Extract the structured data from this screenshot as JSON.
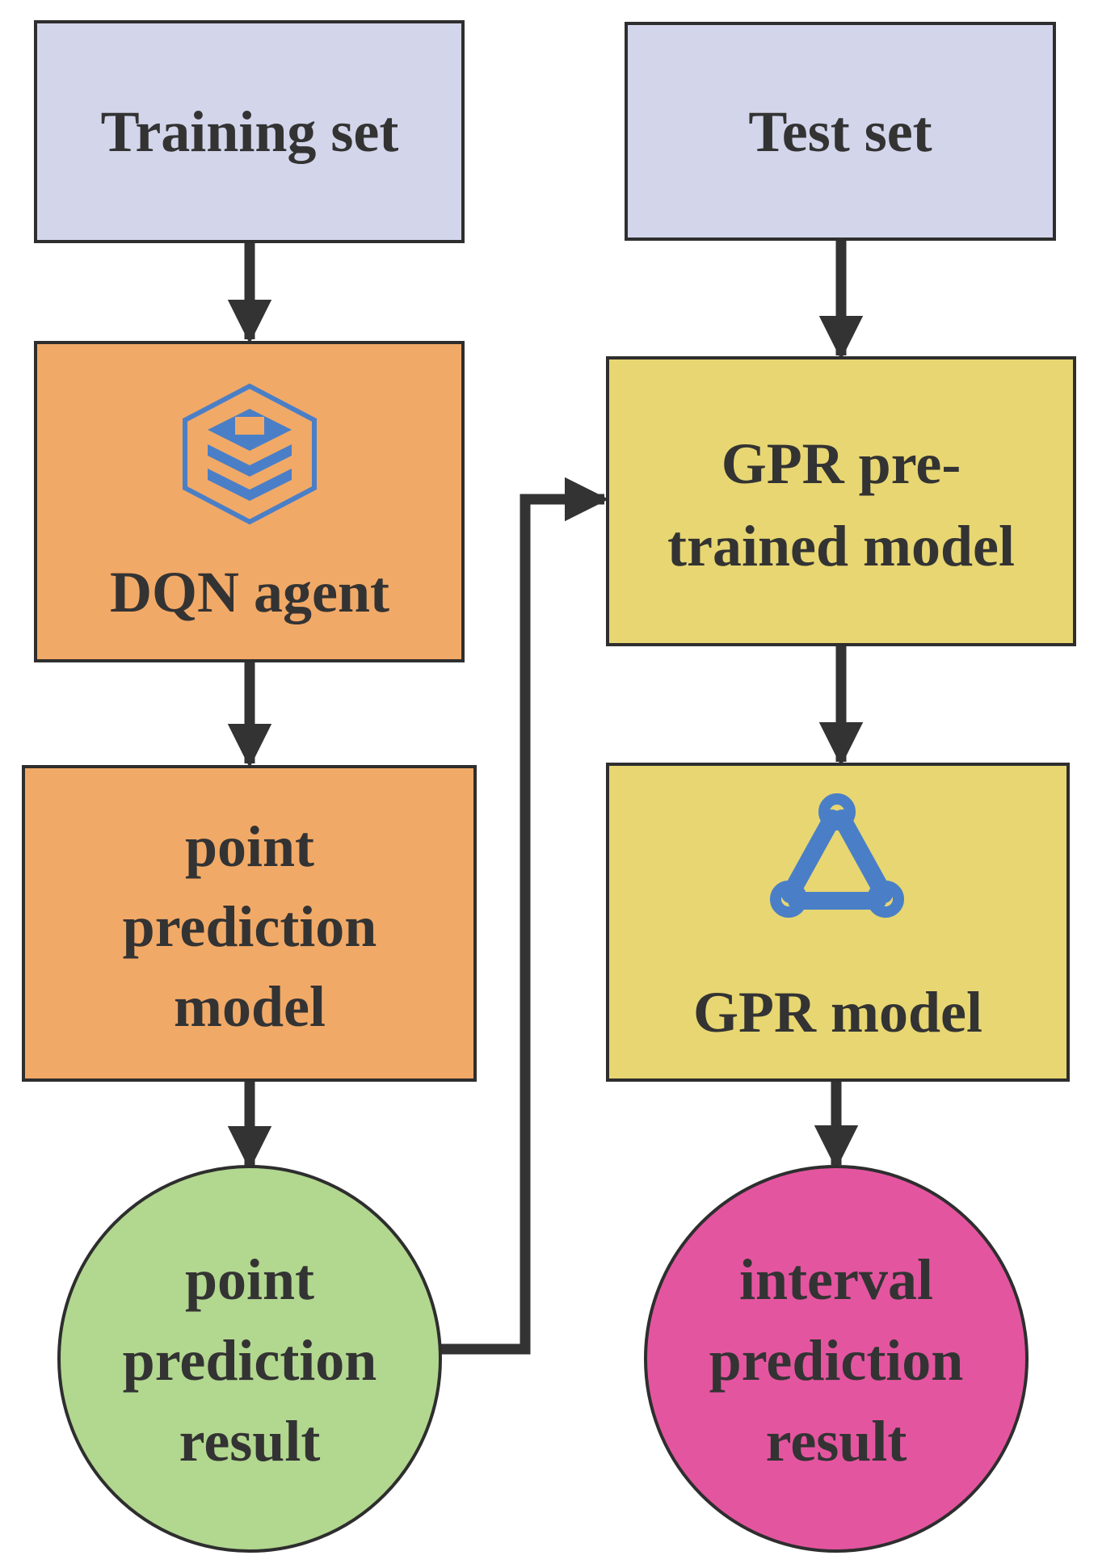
{
  "nodes": {
    "training_set": {
      "label": "Training set",
      "fill": "#D3D5EB"
    },
    "test_set": {
      "label": "Test set",
      "fill": "#D3D5EB"
    },
    "dqn_agent": {
      "label": "DQN agent",
      "fill": "#F1A967",
      "icon": "layered-cube-icon"
    },
    "point_model": {
      "lines": [
        "point",
        "prediction",
        "model"
      ],
      "fill": "#F1A967"
    },
    "point_result": {
      "lines": [
        "point",
        "prediction",
        "result"
      ],
      "fill": "#B2D78F"
    },
    "gpr_pretrained": {
      "lines": [
        "GPR pre-",
        "trained model"
      ],
      "fill": "#E7D672"
    },
    "gpr_model": {
      "label": "GPR model",
      "fill": "#E7D672",
      "icon": "chain-link-triangle-icon"
    },
    "interval_result": {
      "lines": [
        "interval",
        "prediction",
        "result"
      ],
      "fill": "#E455A0"
    }
  },
  "colors": {
    "stroke": "#2E2E2E",
    "text": "#333333",
    "icon": "#4A7FC7"
  }
}
